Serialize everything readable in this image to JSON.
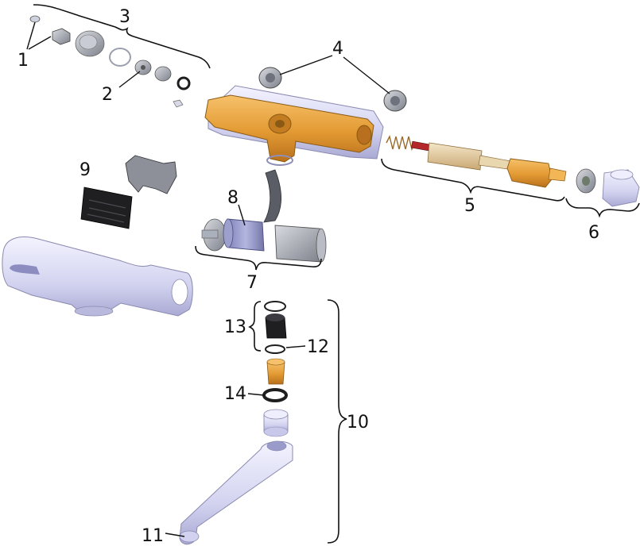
{
  "callouts": {
    "c1": "1",
    "c2": "2",
    "c3": "3",
    "c4": "4",
    "c5": "5",
    "c6": "6",
    "c7": "7",
    "c8": "8",
    "c9": "9",
    "c10": "10",
    "c11": "11",
    "c12": "12",
    "c13": "13",
    "c14": "14"
  },
  "colors": {
    "brass": "#e8a23a",
    "lavender": "#d6d6f2",
    "grey": "#9a9ea8",
    "dark": "#1e1e1e"
  }
}
